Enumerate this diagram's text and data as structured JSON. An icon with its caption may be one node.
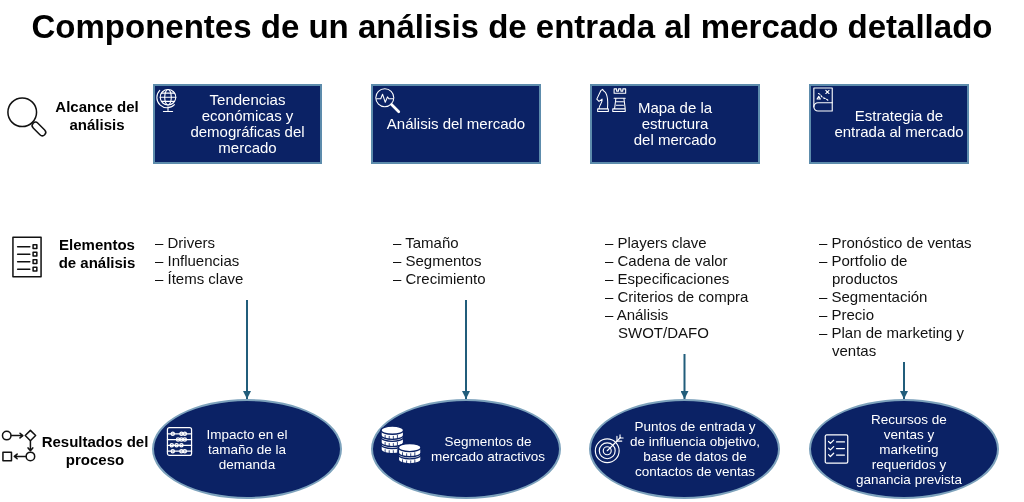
{
  "diagram": {
    "title": "Componentes de un análisis de entrada al mercado detallado",
    "nodes": [
      {
        "text": [
          "Tendencias económicas y demográficas del mercado"
        ]
      },
      {
        "text": [
          "Análisis del mercado"
        ]
      },
      {
        "text": [
          "Mapa de la estructura del mercado"
        ]
      },
      {
        "text": [
          "Estrategia de entrada al mercado"
        ]
      },
      {
        "text": [
          "– Drivers",
          "– Influencias",
          "– Ítems clave"
        ]
      },
      {
        "text": [
          "– Tamaño",
          "– Segmentos",
          "– Crecimiento"
        ]
      },
      {
        "text": [
          "– Players clave",
          "– Cadena de valor",
          "– Especificaciones",
          "– Criterios de compra",
          "– Análisis SWOT/DAFO"
        ]
      },
      {
        "text": [
          "– Pronóstico de ventas",
          "– Portfolio de productos",
          "– Segmentación",
          "– Precio",
          "– Plan de marketing y ventas"
        ]
      },
      {
        "text": [
          "Impacto en el tamaño de la demanda"
        ]
      },
      {
        "text": [
          "Segmentos de mercado atractivos"
        ]
      },
      {
        "text": [
          "Puntos de entrada y de influencia objetivo, base de datos de contactos de ventas"
        ]
      },
      {
        "text": [
          "Recursos de ventas y marketing requeridos y ganancia prevista"
        ]
      }
    ],
    "edges": [
      {
        "from": 4,
        "to": 8,
        "arrow": "to"
      },
      {
        "from": 5,
        "to": 9,
        "arrow": "to"
      },
      {
        "from": 6,
        "to": 10,
        "arrow": "to"
      },
      {
        "from": 7,
        "to": 11,
        "arrow": "to"
      }
    ],
    "labels": [
      "Alcance del análisis",
      "Elementos de análisis",
      "Resultados del proceso"
    ]
  }
}
